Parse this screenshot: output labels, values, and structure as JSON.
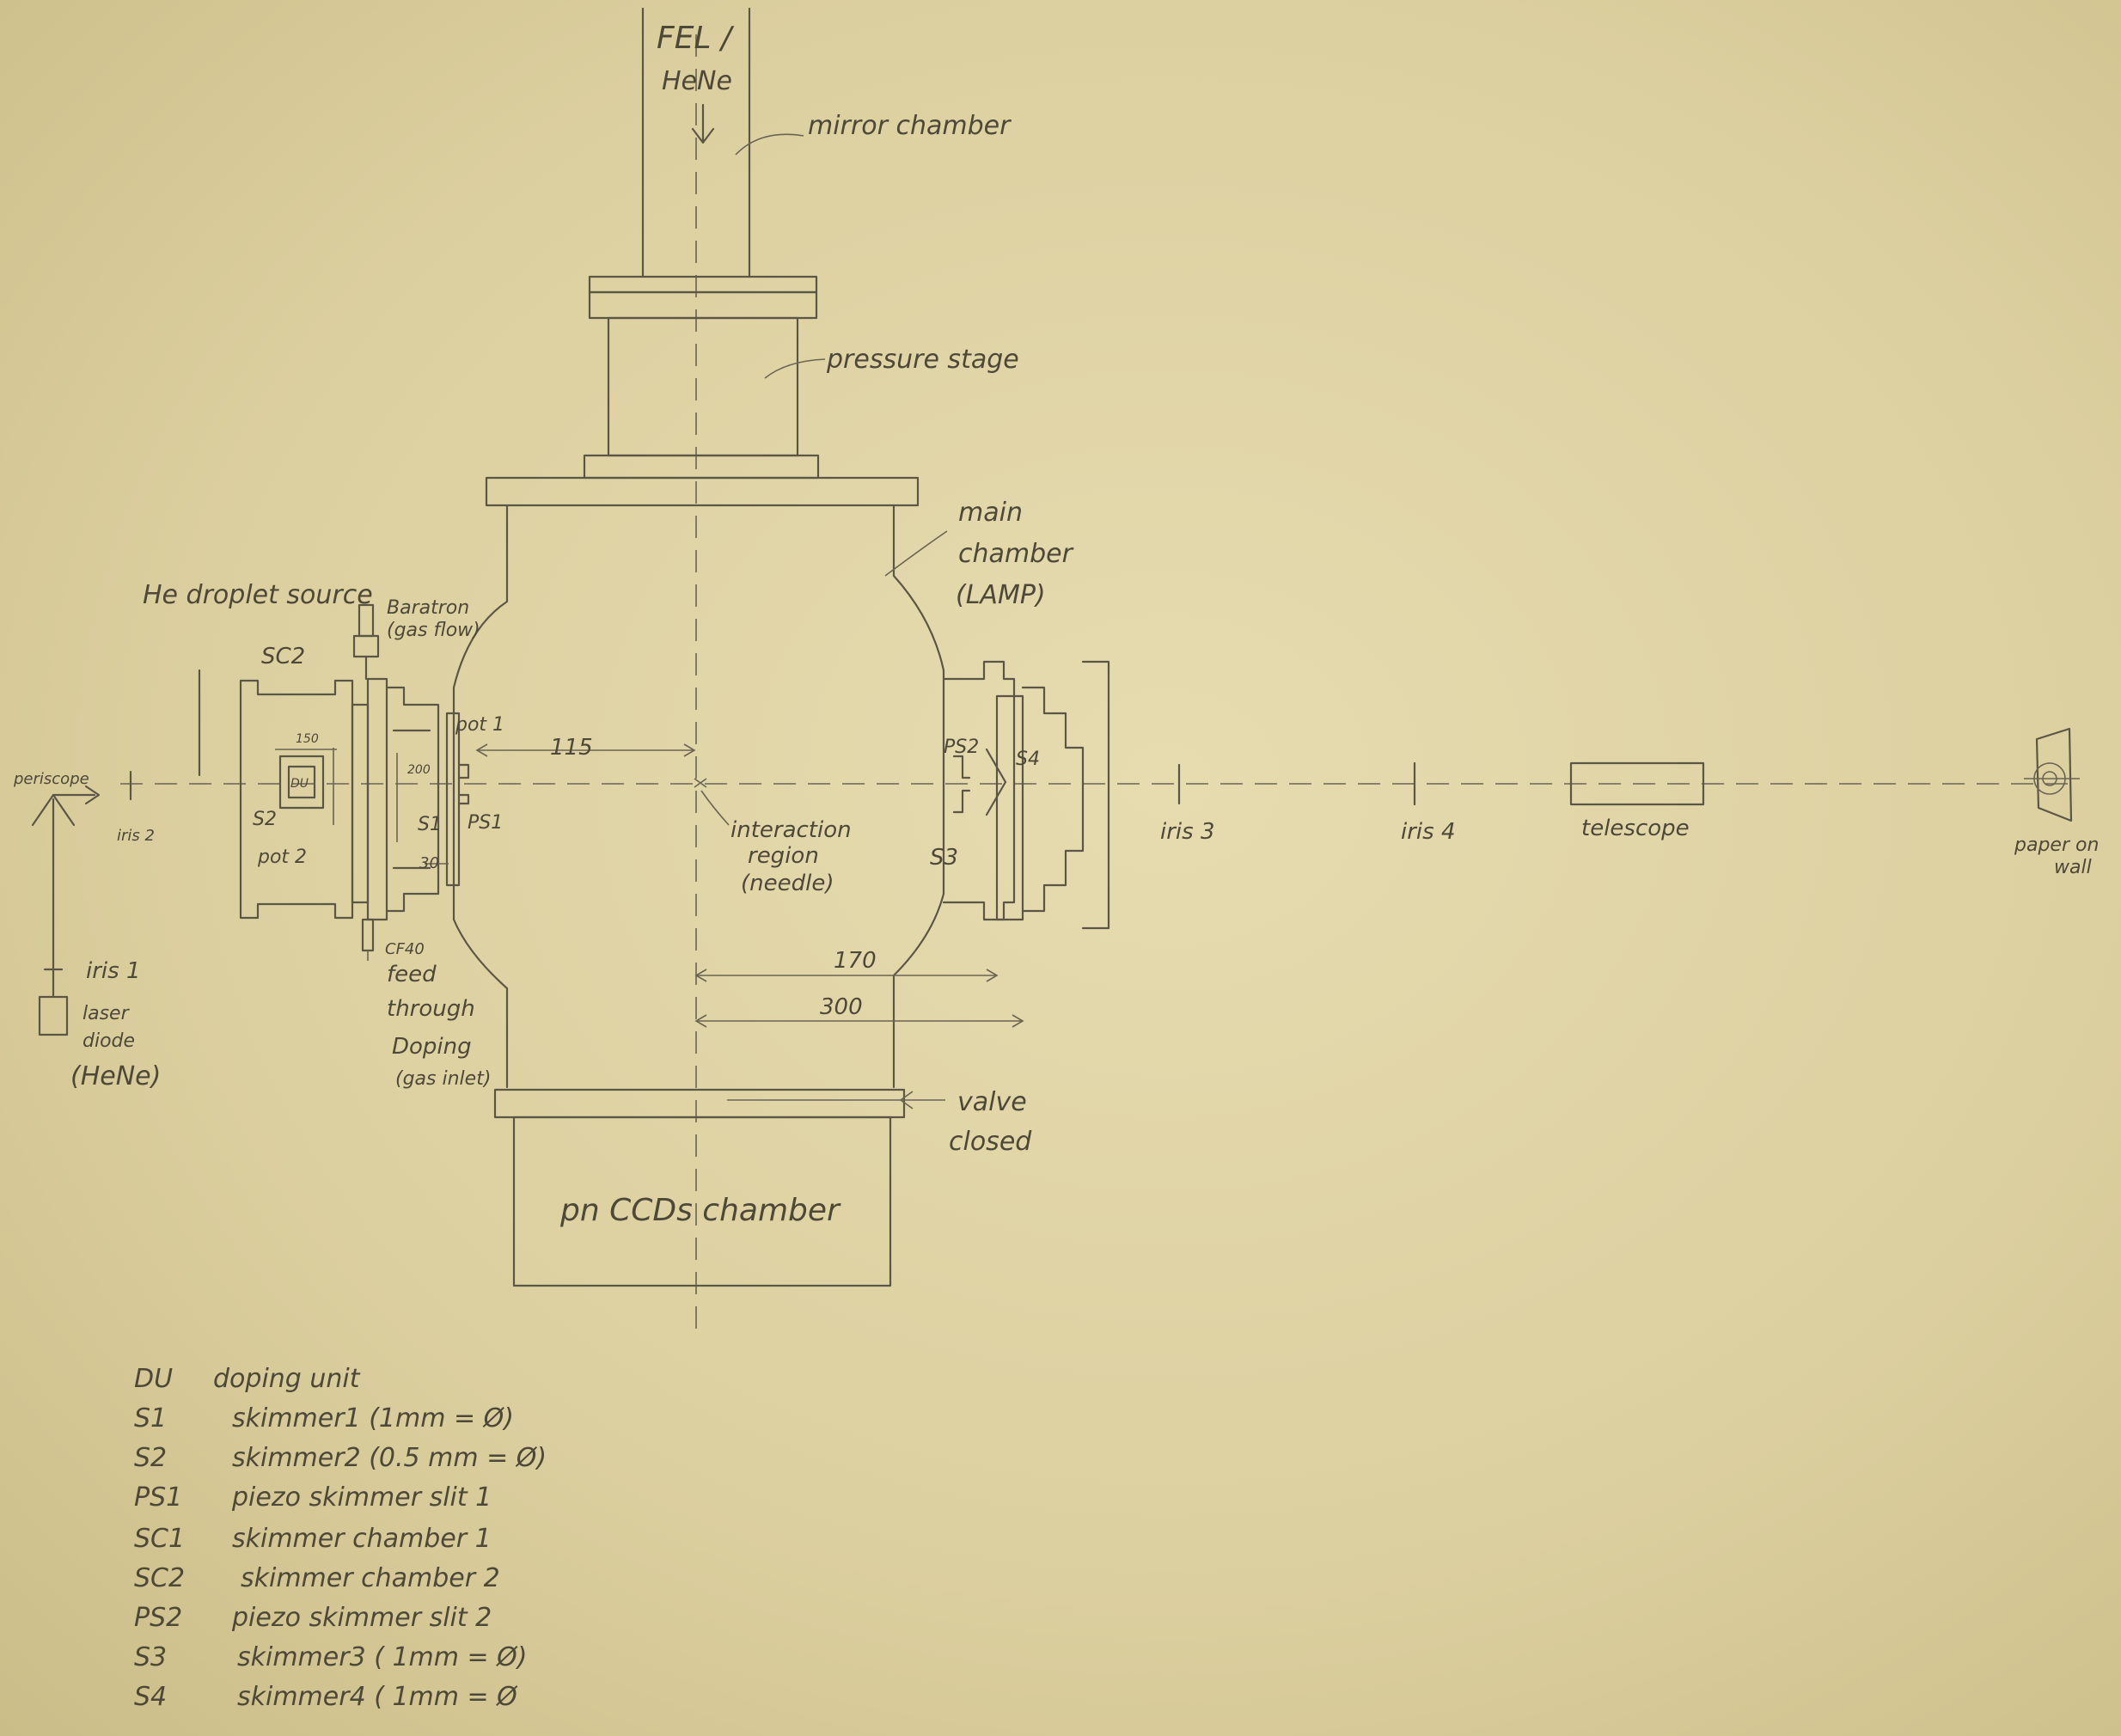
{
  "labels": {
    "fel": "FEL /",
    "hene_top": "HeNe",
    "mirror": "mirror chamber",
    "pressure": "pressure stage",
    "main_1": "main",
    "main_2": "chamber",
    "main_3": "(LAMP)",
    "he_source": "He droplet source",
    "baratron_1": "Baratron",
    "baratron_2": "(gas flow)",
    "sc2": "SC2",
    "dim_150": "150",
    "dim_115": "115",
    "dim_200": "200",
    "dim_30": "30",
    "pot1": "pot 1",
    "pot2": "pot 2",
    "du": "DU",
    "s2": "S2",
    "s1": "S1",
    "ps1": "PS1",
    "periscope": "periscope",
    "iris2": "iris 2",
    "iris1": "iris 1",
    "laser_1": "laser",
    "laser_2": "diode",
    "laser_3": "(HeNe)",
    "interaction_1": "interaction",
    "interaction_2": "region",
    "interaction_3": "(needle)",
    "ps2": "PS2",
    "s4": "S4",
    "s3": "S3",
    "iris3": "iris 3",
    "iris4": "iris 4",
    "telescope": "telescope",
    "paper_1": "paper on",
    "paper_2": "wall",
    "cf40_1": "CF40",
    "cf40_2": "feed",
    "cf40_3": "through",
    "doping_1": "Doping",
    "doping_2": "(gas inlet)",
    "dim_170": "170",
    "dim_300": "300",
    "valve_1": "valve",
    "valve_2": "closed",
    "ccd": "pn CCDs chamber"
  },
  "legend": [
    {
      "key": "DU",
      "desc": "doping unit"
    },
    {
      "key": "S1",
      "desc": "skimmer1 (1mm = Ø)"
    },
    {
      "key": "S2",
      "desc": "skimmer2 (0.5 mm = Ø)"
    },
    {
      "key": "PS1",
      "desc": "piezo skimmer slit 1"
    },
    {
      "key": "SC1",
      "desc": "skimmer chamber 1"
    },
    {
      "key": "SC2",
      "desc": "skimmer chamber 2"
    },
    {
      "key": "PS2",
      "desc": "piezo skimmer slit 2"
    },
    {
      "key": "S3",
      "desc": "skimmer3 ( 1mm = Ø)"
    },
    {
      "key": "S4",
      "desc": "skimmer4 ( 1mm = Ø"
    }
  ]
}
